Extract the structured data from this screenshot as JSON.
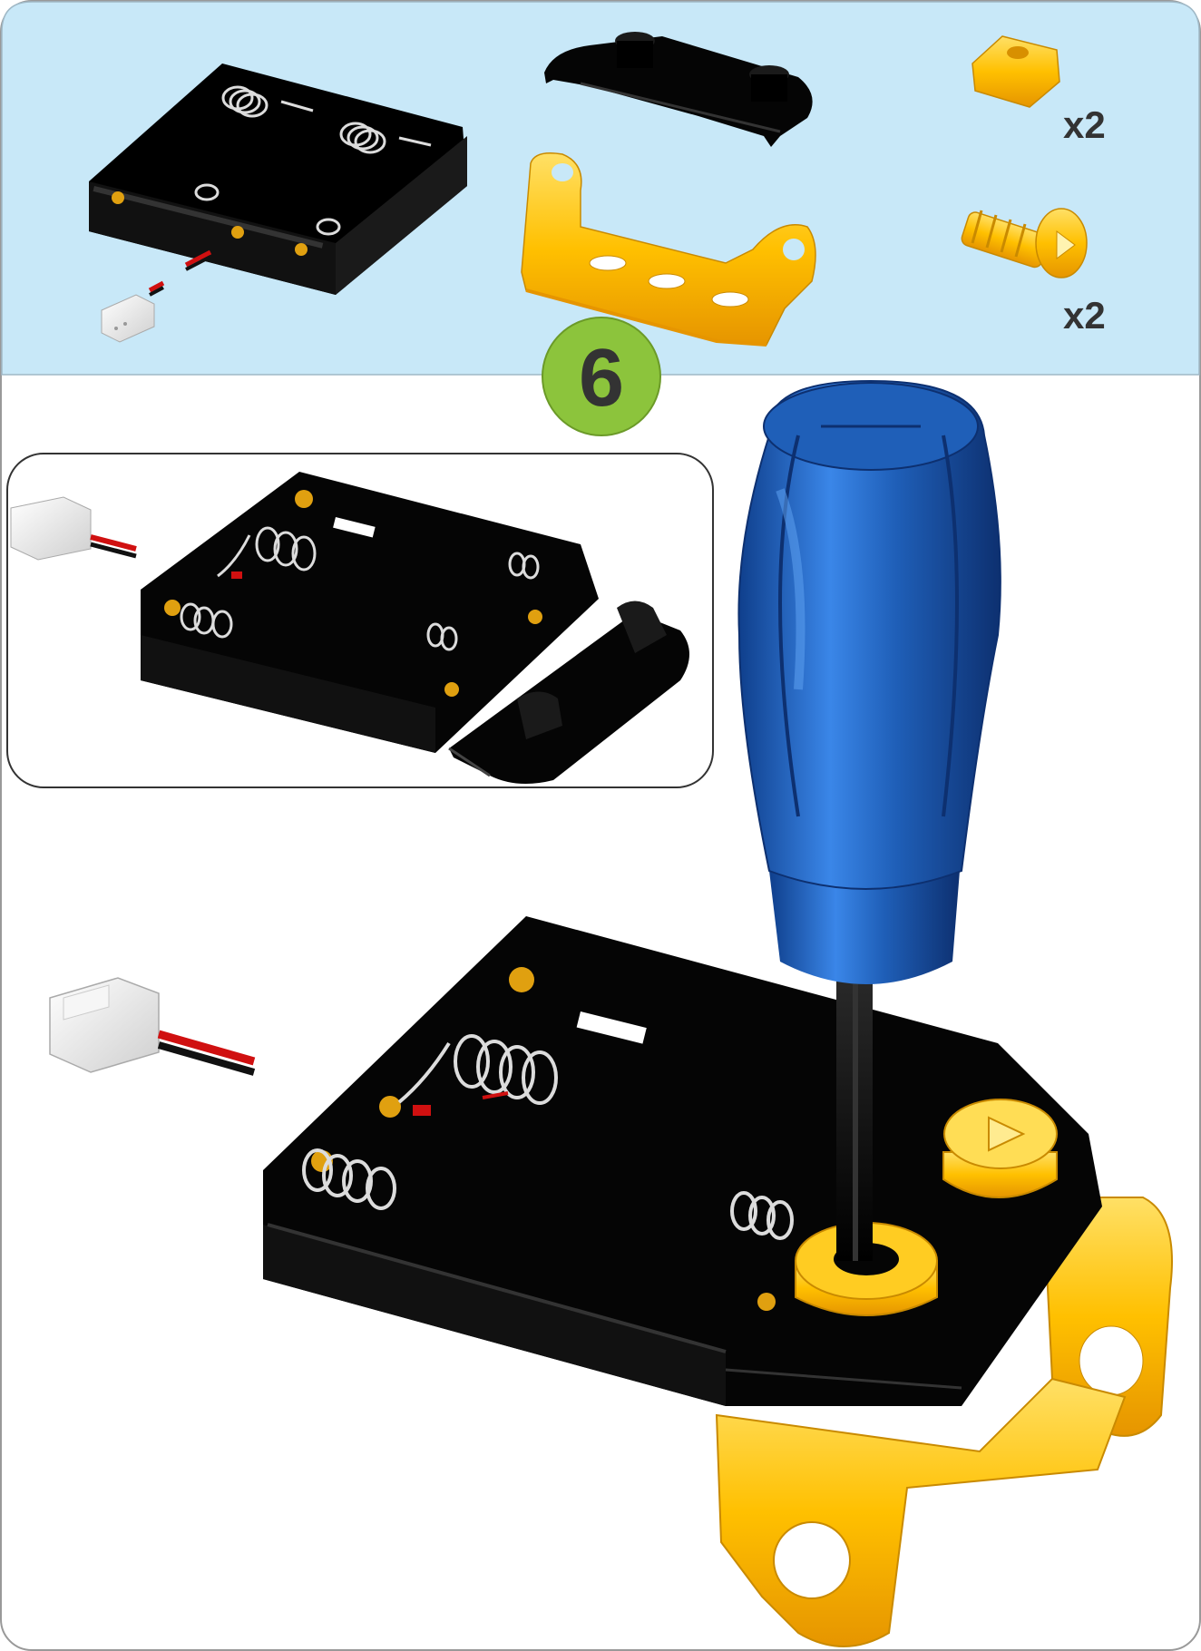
{
  "step": {
    "number": "6"
  },
  "parts": {
    "nut_count": "x2",
    "screw_count": "x2"
  },
  "colors": {
    "parts_panel_bg": "#c8e8f8",
    "page_bg": "#ffffff",
    "step_badge": "#8cc43c",
    "step_text": "#333333",
    "count_text": "#333333",
    "plastic_black": "#0a0a0a",
    "bracket_yellow": "#ffc000",
    "handle_blue": "#1f5fb8",
    "connector_white": "#e8e8e8",
    "wire_red": "#d01010",
    "spring_silver": "#d8d8d8",
    "contact_gold": "#e0a010"
  },
  "icons": {
    "battery_holder": "battery-holder-icon",
    "clip_bar": "black-clip-bar-icon",
    "bracket": "yellow-u-bracket-icon",
    "nut": "square-nut-icon",
    "screw": "yellow-screw-icon",
    "screwdriver": "screwdriver-icon",
    "connector": "wire-connector-icon"
  }
}
